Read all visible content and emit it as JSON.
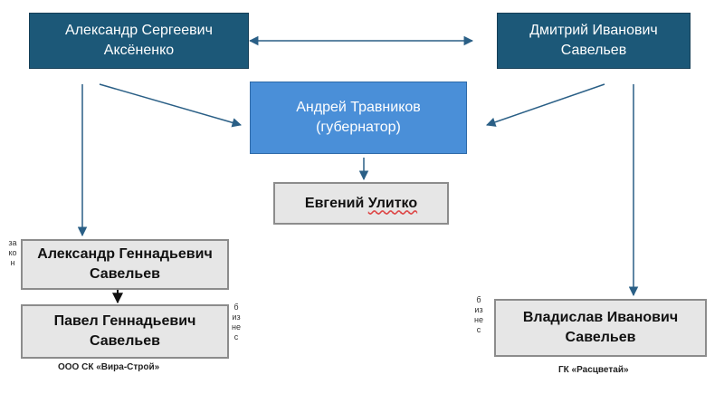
{
  "nodes": {
    "aksenenko": "Александр Сергеевич\nАксёненко",
    "savelyev_dmitry": "Дмитрий Иванович\nСавельев",
    "travnikov": "Андрей Травников\n(губернатор)",
    "ulitko_first": "Евгений ",
    "ulitko_last": "Улитко",
    "savelyev_alexander": "Александр Геннадьевич\nСавельев",
    "savelyev_pavel": "Павел Геннадьевич\nСавельев",
    "savelyev_vladislav": "Владислав Иванович\nСавельев"
  },
  "side_labels": {
    "zakon": "закон",
    "biznes_left": "бизнес",
    "biznes_right": "бизнес"
  },
  "captions": {
    "vira": "ООО СК «Вира-Строй»",
    "rastsvetai": "ГК «Расцветай»"
  },
  "colors": {
    "dark_box": "#1c5878",
    "blue_box": "#4a8fd8",
    "grey_box": "#e6e6e6",
    "arrow": "#2a5f86"
  }
}
